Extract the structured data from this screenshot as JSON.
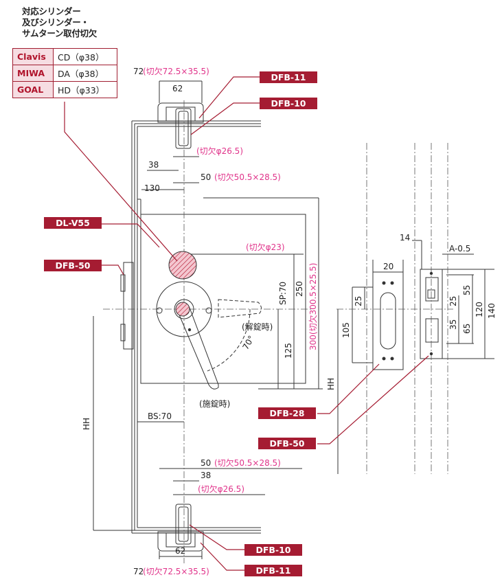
{
  "header": {
    "line1": "対応シリンダー",
    "line2": "及びシリンダー・",
    "line3": "サムターン取付切欠"
  },
  "cylinders": [
    {
      "brand": "Clavis",
      "code": "CD（φ38）"
    },
    {
      "brand": "MIWA",
      "code": "DA（φ38）"
    },
    {
      "brand": "GOAL",
      "code": "HD（φ33）"
    }
  ],
  "tags": {
    "dfb11_top": "DFB-11",
    "dfb10_top": "DFB-10",
    "dlv55": "DL-V55",
    "dfb50_left": "DFB-50",
    "dfb28": "DFB-28",
    "dfb50_right": "DFB-50",
    "dfb10_bottom": "DFB-10",
    "dfb11_bottom": "DFB-11"
  },
  "dims": {
    "d72": "72",
    "cut72": "(切欠72.5×35.5)",
    "d62": "62",
    "cut265": "(切欠φ26.5)",
    "d38": "38",
    "d50": "50",
    "cut505": "(切欠50.5×28.5)",
    "d130": "130",
    "cut23": "(切欠φ23)",
    "sp70": "SP:70",
    "d250": "250",
    "cut300": "300(切欠300.5×25.5)",
    "d125": "125",
    "unlock": "(解錠時)",
    "lock": "(施錠時)",
    "angle": "70°",
    "bs70": "BS:70",
    "hh": "HH",
    "d20": "20",
    "d25": "25",
    "d105": "105",
    "d14": "14",
    "a05": "A-0.5",
    "d55": "55",
    "d35": "35",
    "d65": "65",
    "d120": "120",
    "d140": "140"
  },
  "colors": {
    "accent": "#a51c32",
    "pink": "#e0338a",
    "line": "#333333"
  }
}
